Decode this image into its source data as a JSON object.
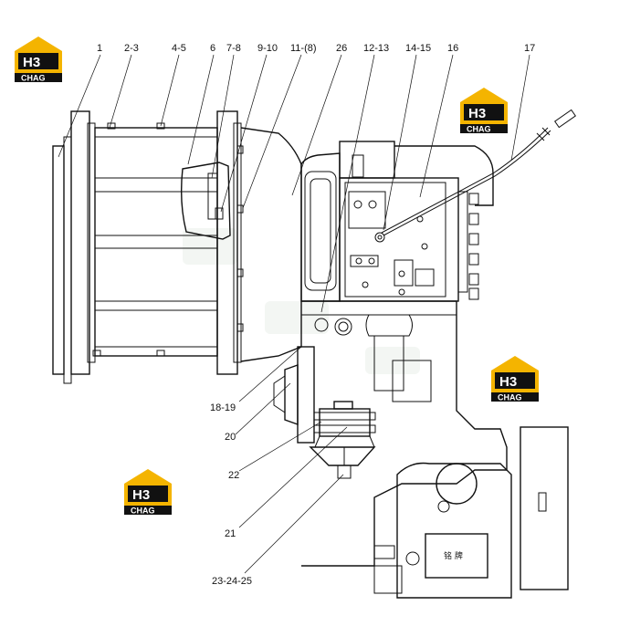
{
  "logo": {
    "letters": "H3",
    "word": "CHAG",
    "bg_color": "#f4b400",
    "dark_color": "#111111"
  },
  "callouts": [
    {
      "id": "c1",
      "label": "1"
    },
    {
      "id": "c2",
      "label": "2-3"
    },
    {
      "id": "c3",
      "label": "4-5"
    },
    {
      "id": "c4",
      "label": "6"
    },
    {
      "id": "c5",
      "label": "7-8"
    },
    {
      "id": "c6",
      "label": "9-10"
    },
    {
      "id": "c7",
      "label": "11-(8)"
    },
    {
      "id": "c8",
      "label": "26"
    },
    {
      "id": "c9",
      "label": "12-13"
    },
    {
      "id": "c10",
      "label": "14-15"
    },
    {
      "id": "c11",
      "label": "16"
    },
    {
      "id": "c12",
      "label": "17"
    },
    {
      "id": "c13",
      "label": "18-19"
    },
    {
      "id": "c14",
      "label": "20"
    },
    {
      "id": "c15",
      "label": "22"
    },
    {
      "id": "c16",
      "label": "21"
    },
    {
      "id": "c17",
      "label": "23-24-25"
    }
  ],
  "nameplate_text": "铭 牌"
}
